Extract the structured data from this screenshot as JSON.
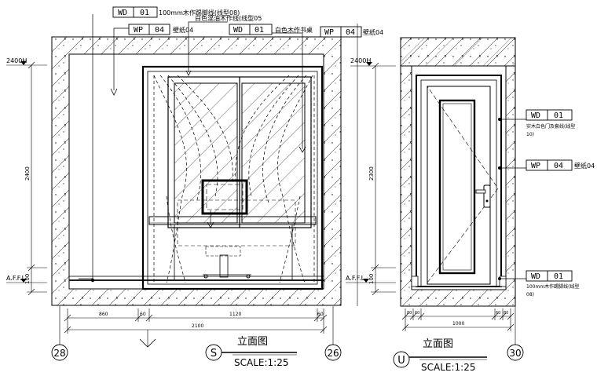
{
  "callouts": {
    "wd01_a": {
      "code": "WD",
      "num": "01",
      "desc": "100mm木作踢脚线(线型08)"
    },
    "white_paint_note": "白色混油木作线(线型05",
    "wp04_a": {
      "code": "WP",
      "num": "04",
      "desc": "壁纸04"
    },
    "wd01_b": {
      "code": "WD",
      "num": "01",
      "desc": "白色木作书桌"
    },
    "wp04_b": {
      "code": "WP",
      "num": "04",
      "desc": "壁纸04"
    },
    "wd01_c": {
      "code": "WD",
      "num": "01",
      "desc_line1": "实木白色门及套线(线型",
      "desc_line2": "10)"
    },
    "wp04_c": {
      "code": "WP",
      "num": "04",
      "desc": "壁纸04"
    },
    "wd01_d": {
      "code": "WD",
      "num": "01",
      "desc_line1": "100mm木作踢脚线(线型",
      "desc_line2": "08)"
    }
  },
  "levels": {
    "ceiling_left": "2400H",
    "ceiling_right": "2400H",
    "floor_left": "A.F.F.L",
    "floor_right": "A.F.F.L"
  },
  "dimensions": {
    "height_left": "2400",
    "skirting_left": "100",
    "height_right": "2300",
    "skirting_right": "100",
    "bottom_a": "860",
    "bottom_b": "60",
    "bottom_c": "1120",
    "bottom_d": "60",
    "bottom_total": "2100",
    "door_left": "80",
    "door_left2": "60",
    "door_right": "60",
    "door_right2": "80",
    "door_total": "1000"
  },
  "grid": {
    "left": "28",
    "mid": "26",
    "right": "30"
  },
  "titles": {
    "s": {
      "mark": "S",
      "name": "立面图",
      "scale": "SCALE:1:25"
    },
    "u": {
      "mark": "U",
      "name": "立面图",
      "scale": "SCALE:1:25"
    }
  }
}
